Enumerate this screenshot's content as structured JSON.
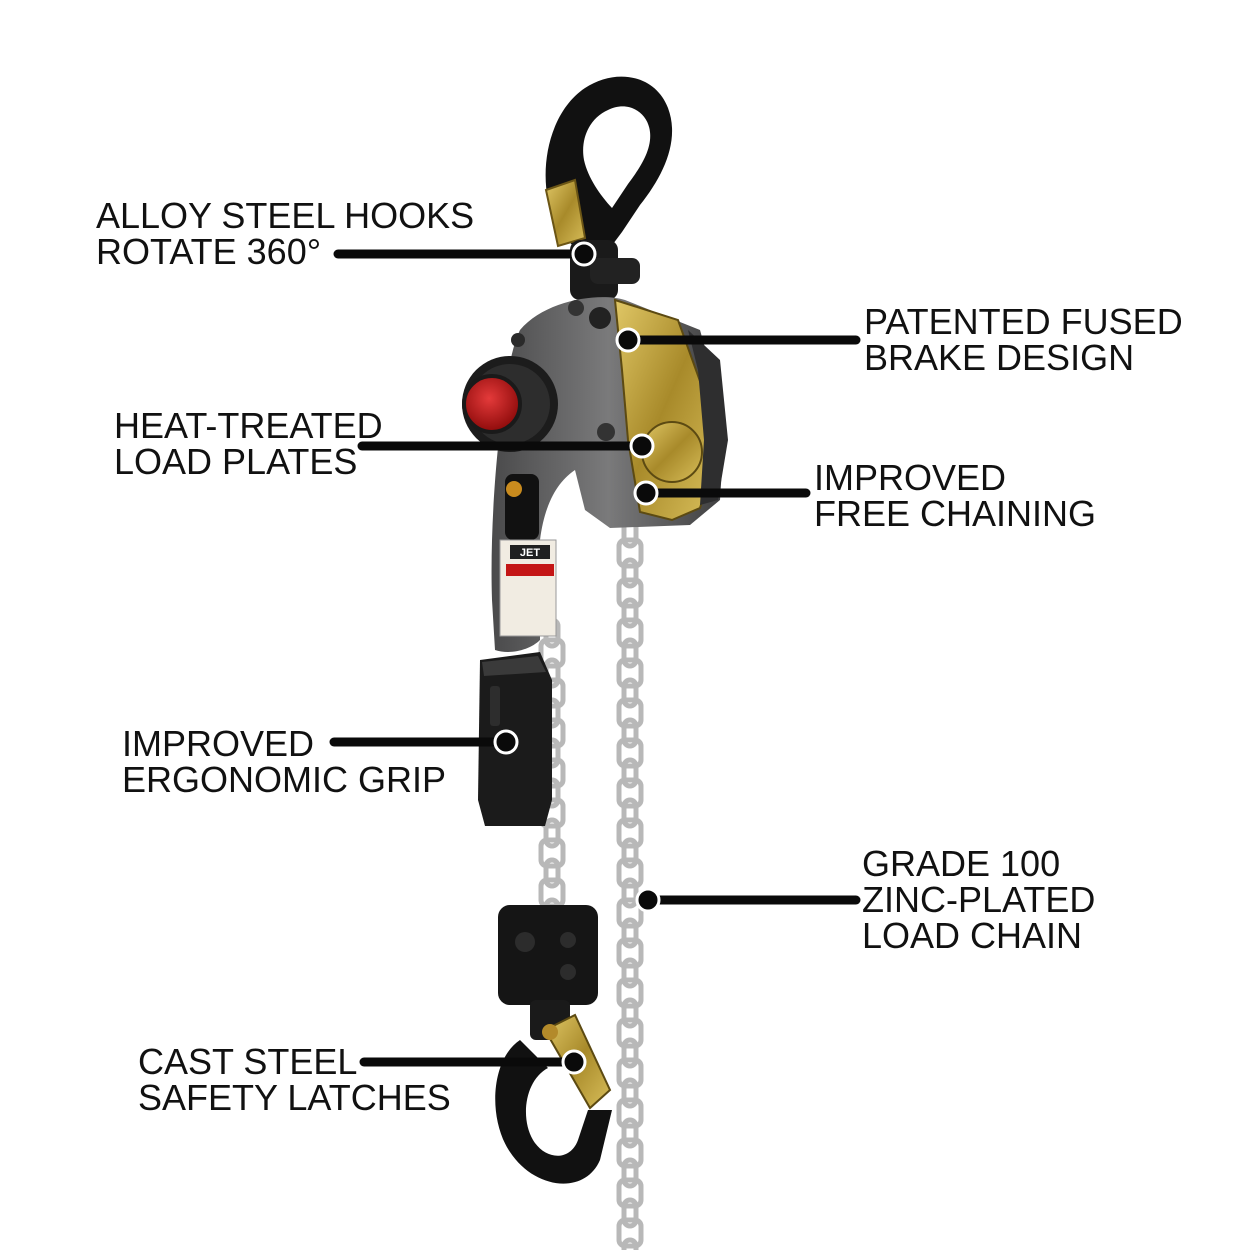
{
  "colors": {
    "background": "#ffffff",
    "text": "#111111",
    "leader": "#0a0a0a",
    "hook_black": "#111111",
    "body_gray": "#6f6f70",
    "brake_gold": "#b79a3a",
    "knob_red": "#c41616",
    "chain_silver": "#bdbdbd"
  },
  "product": {
    "brand_plate": "JET"
  },
  "callouts": {
    "hooks": {
      "line1": "ALLOY STEEL HOOKS",
      "line2": "ROTATE 360°"
    },
    "brake": {
      "line1": "PATENTED FUSED",
      "line2": "BRAKE DESIGN"
    },
    "plates": {
      "line1": "HEAT-TREATED",
      "line2": "LOAD PLATES"
    },
    "chaining": {
      "line1": "IMPROVED",
      "line2": "FREE CHAINING"
    },
    "grip": {
      "line1": "IMPROVED",
      "line2": "ERGONOMIC GRIP"
    },
    "chain": {
      "line1": "GRADE 100",
      "line2": "ZINC-PLATED",
      "line3": "LOAD CHAIN"
    },
    "latches": {
      "line1": "CAST STEEL",
      "line2": "SAFETY LATCHES"
    }
  }
}
